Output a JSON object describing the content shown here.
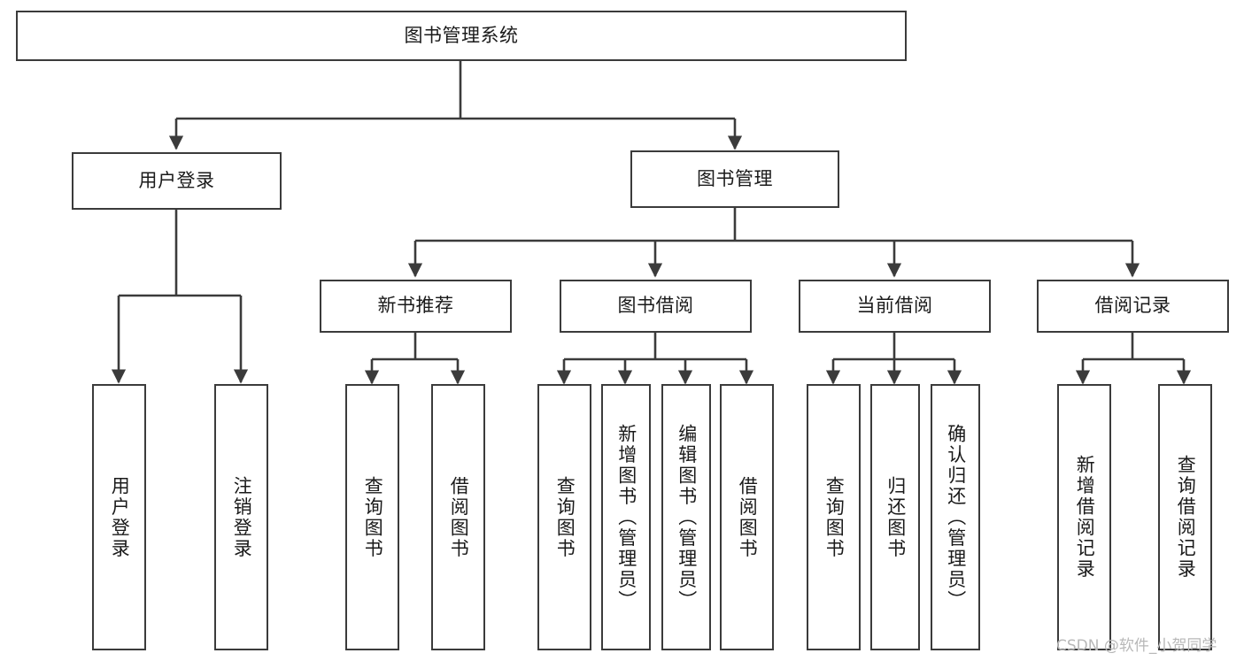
{
  "diagram": {
    "title": "图书管理系统",
    "type": "hierarchy-tree",
    "stroke_color": "#3b3b3b",
    "fill_color": "#ffffff",
    "text_color": "#1a1a1a",
    "nodes": {
      "root": {
        "label": "图书管理系统",
        "level": 0,
        "orientation": "horizontal"
      },
      "user_login": {
        "label": "用户登录",
        "level": 1,
        "orientation": "horizontal"
      },
      "book_manage": {
        "label": "图书管理",
        "level": 1,
        "orientation": "horizontal"
      },
      "new_book_rec": {
        "label": "新书推荐",
        "level": 2,
        "orientation": "horizontal"
      },
      "book_borrow": {
        "label": "图书借阅",
        "level": 2,
        "orientation": "horizontal"
      },
      "current_borrow": {
        "label": "当前借阅",
        "level": 2,
        "orientation": "horizontal"
      },
      "borrow_record": {
        "label": "借阅记录",
        "level": 2,
        "orientation": "horizontal"
      },
      "leaf_user_login": {
        "label": "用户登录",
        "level": 3,
        "orientation": "vertical"
      },
      "leaf_logout": {
        "label": "注销登录",
        "level": 3,
        "orientation": "vertical"
      },
      "leaf_query_book_1": {
        "label": "查询图书",
        "level": 3,
        "orientation": "vertical"
      },
      "leaf_borrow_book_1": {
        "label": "借阅图书",
        "level": 3,
        "orientation": "vertical"
      },
      "leaf_query_book_2": {
        "label": "查询图书",
        "level": 3,
        "orientation": "vertical"
      },
      "leaf_add_book": {
        "label": "新增图书（管理员）",
        "level": 3,
        "orientation": "vertical"
      },
      "leaf_edit_book": {
        "label": "编辑图书（管理员）",
        "level": 3,
        "orientation": "vertical"
      },
      "leaf_borrow_book_2": {
        "label": "借阅图书",
        "level": 3,
        "orientation": "vertical"
      },
      "leaf_query_book_3": {
        "label": "查询图书",
        "level": 3,
        "orientation": "vertical"
      },
      "leaf_return_book": {
        "label": "归还图书",
        "level": 3,
        "orientation": "vertical"
      },
      "leaf_confirm_return": {
        "label": "确认归还（管理员）",
        "level": 3,
        "orientation": "vertical"
      },
      "leaf_add_record": {
        "label": "新增借阅记录",
        "level": 3,
        "orientation": "vertical"
      },
      "leaf_query_record": {
        "label": "查询借阅记录",
        "level": 3,
        "orientation": "vertical"
      }
    },
    "edges": [
      {
        "from": "root",
        "to": "user_login"
      },
      {
        "from": "root",
        "to": "book_manage"
      },
      {
        "from": "user_login",
        "to": "leaf_user_login"
      },
      {
        "from": "user_login",
        "to": "leaf_logout"
      },
      {
        "from": "book_manage",
        "to": "new_book_rec"
      },
      {
        "from": "book_manage",
        "to": "book_borrow"
      },
      {
        "from": "book_manage",
        "to": "current_borrow"
      },
      {
        "from": "book_manage",
        "to": "borrow_record"
      },
      {
        "from": "new_book_rec",
        "to": "leaf_query_book_1"
      },
      {
        "from": "new_book_rec",
        "to": "leaf_borrow_book_1"
      },
      {
        "from": "book_borrow",
        "to": "leaf_query_book_2"
      },
      {
        "from": "book_borrow",
        "to": "leaf_add_book"
      },
      {
        "from": "book_borrow",
        "to": "leaf_edit_book"
      },
      {
        "from": "book_borrow",
        "to": "leaf_borrow_book_2"
      },
      {
        "from": "current_borrow",
        "to": "leaf_query_book_3"
      },
      {
        "from": "current_borrow",
        "to": "leaf_return_book"
      },
      {
        "from": "current_borrow",
        "to": "leaf_confirm_return"
      },
      {
        "from": "borrow_record",
        "to": "leaf_add_record"
      },
      {
        "from": "borrow_record",
        "to": "leaf_query_record"
      }
    ]
  },
  "watermark": {
    "text": "CSDN @软件_小贺同学"
  }
}
